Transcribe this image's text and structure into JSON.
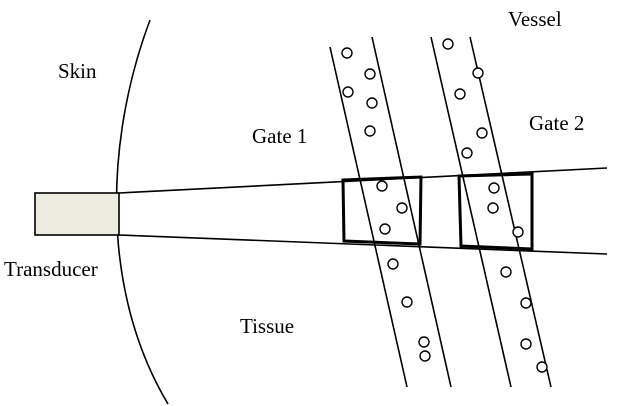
{
  "labels": {
    "skin": "Skin",
    "vessel": "Vessel",
    "gate1": "Gate 1",
    "gate2": "Gate 2",
    "transducer": "Transducer",
    "tissue": "Tissue"
  },
  "colors": {
    "line": "#000000",
    "transducer_fill": "#ebebdf",
    "background": "#ffffff"
  }
}
